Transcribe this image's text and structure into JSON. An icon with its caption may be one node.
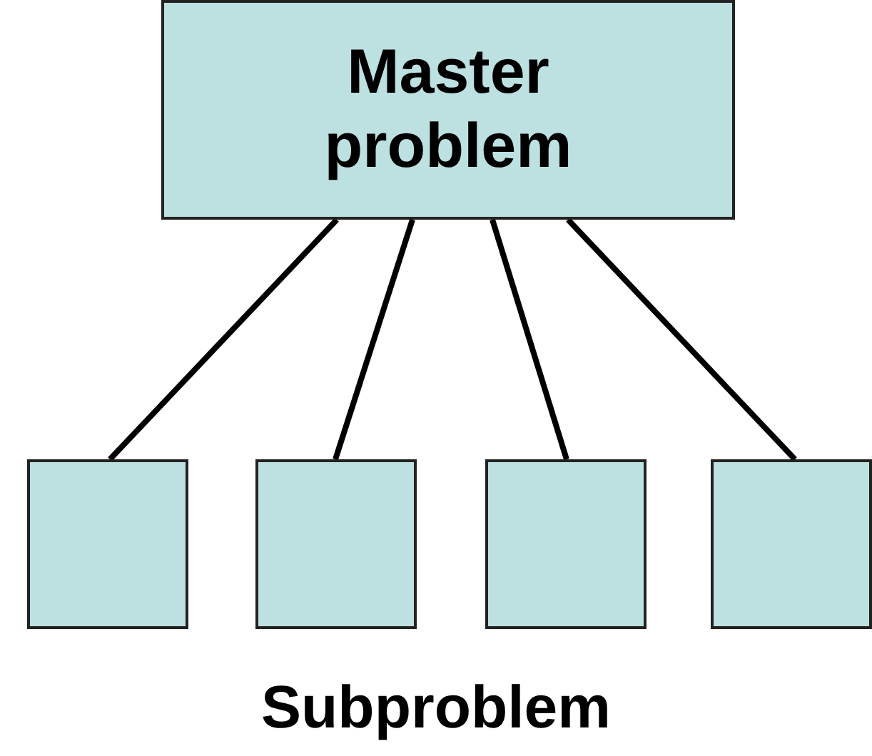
{
  "diagram": {
    "nodes": [
      {
        "text": [
          "Master problem"
        ]
      },
      {
        "text": [],
        "shape": "box"
      },
      {
        "text": [],
        "shape": "box"
      },
      {
        "text": [],
        "shape": "box"
      },
      {
        "text": [],
        "shape": "box"
      }
    ],
    "edges": [
      {
        "from": 0,
        "to": 1,
        "arrow": "none"
      },
      {
        "from": 0,
        "to": 2,
        "arrow": "none"
      },
      {
        "from": 0,
        "to": 3,
        "arrow": "none"
      },
      {
        "from": 0,
        "to": 4,
        "arrow": "none"
      }
    ],
    "labels": [
      "Subproblem"
    ]
  }
}
